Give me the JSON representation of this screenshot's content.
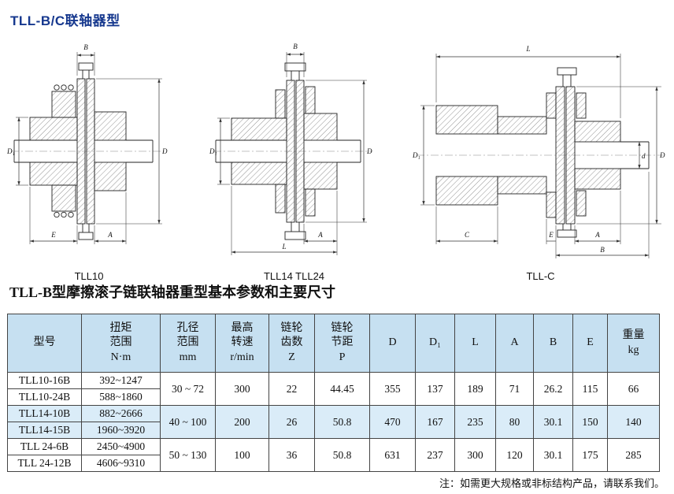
{
  "page": {
    "title": "TLL-B/C联轴器型",
    "section_title": "TLL-B型摩擦滚子链联轴器重型基本参数和主要尺寸",
    "note": "注：如需更大规格或非标结构产品，请联系我们。"
  },
  "colors": {
    "title_blue": "#16388e",
    "table_header_bg": "#c6e0f1",
    "table_alt_row_bg": "#daecf8"
  },
  "drawings": [
    {
      "caption": "TLL10",
      "dims": {
        "top": "B",
        "left": "D₁",
        "right": "D",
        "b1": "E",
        "b2": "A"
      }
    },
    {
      "caption": "TLL14  TLL24",
      "dims": {
        "top": "B",
        "left": "D₁",
        "right": "D",
        "b1": "A",
        "b2": "L"
      }
    },
    {
      "caption": "TLL-C",
      "dims": {
        "top": "L",
        "left": "D₁",
        "right": "D",
        "shaft": "d",
        "b1": "C",
        "b2": "E",
        "b3": "A",
        "b4": "B"
      }
    }
  ],
  "table": {
    "headers": [
      "型号",
      "扭矩\n范围\nN·m",
      "孔径\n范围\nmm",
      "最高\n转速\nr/min",
      "链轮\n齿数\nZ",
      "链轮\n节距\nP",
      "D",
      "D₁",
      "L",
      "A",
      "B",
      "E",
      "重量\nkg"
    ],
    "groups": [
      {
        "rows": [
          {
            "model": "TLL10-16B",
            "torque": "392~1247"
          },
          {
            "model": "TLL10-24B",
            "torque": "588~1860"
          }
        ],
        "shared": {
          "bore": "30 ~ 72",
          "speed": "300",
          "teeth": "22",
          "pitch": "44.45",
          "D": "355",
          "D1": "137",
          "L": "189",
          "A": "71",
          "B": "26.2",
          "E": "115",
          "weight": "66"
        }
      },
      {
        "rows": [
          {
            "model": "TLL14-10B",
            "torque": "882~2666"
          },
          {
            "model": "TLL14-15B",
            "torque": "1960~3920"
          }
        ],
        "shared": {
          "bore": "40 ~ 100",
          "speed": "200",
          "teeth": "26",
          "pitch": "50.8",
          "D": "470",
          "D1": "167",
          "L": "235",
          "A": "80",
          "B": "30.1",
          "E": "150",
          "weight": "140"
        }
      },
      {
        "rows": [
          {
            "model": "TLL 24-6B",
            "torque": "2450~4900"
          },
          {
            "model": "TLL 24-12B",
            "torque": "4606~9310"
          }
        ],
        "shared": {
          "bore": "50 ~ 130",
          "speed": "100",
          "teeth": "36",
          "pitch": "50.8",
          "D": "631",
          "D1": "237",
          "L": "300",
          "A": "120",
          "B": "30.1",
          "E": "175",
          "weight": "285"
        }
      }
    ]
  }
}
